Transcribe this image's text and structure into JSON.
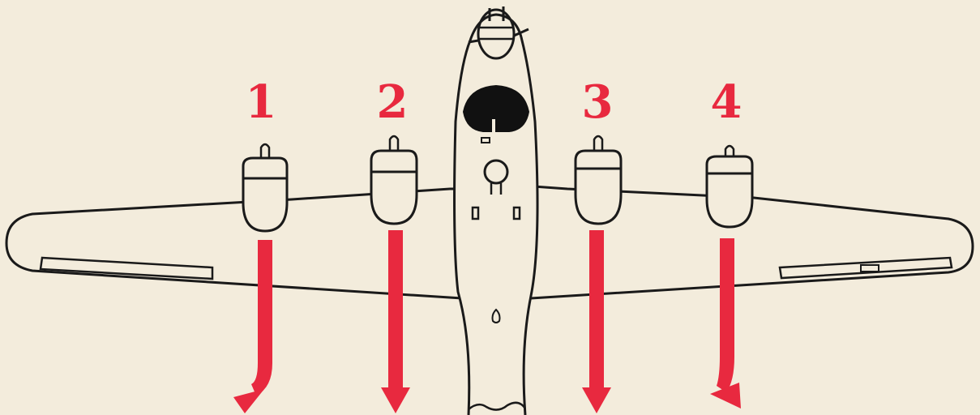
{
  "colors": {
    "background": "#f3ecdc",
    "ink": "#1a1a1a",
    "accent": "#e8293f"
  },
  "engines": [
    {
      "number": "1",
      "arrow": "curved-left"
    },
    {
      "number": "2",
      "arrow": "straight"
    },
    {
      "number": "3",
      "arrow": "straight"
    },
    {
      "number": "4",
      "arrow": "curved-left"
    }
  ]
}
